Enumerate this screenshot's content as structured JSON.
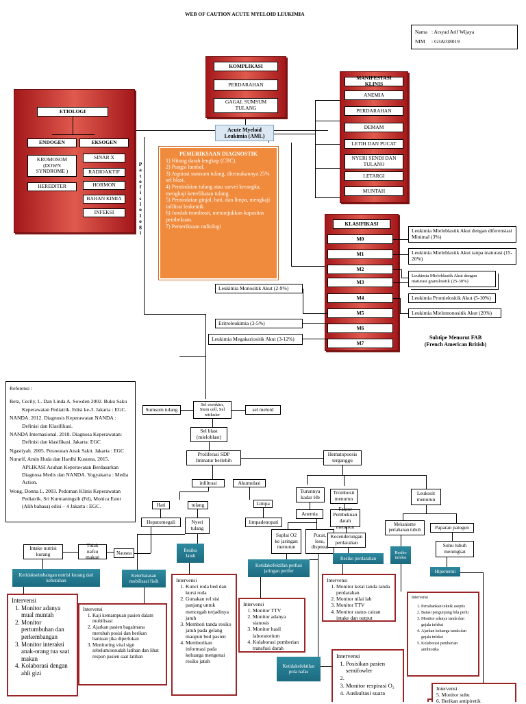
{
  "title": "WEB OF CAUTION ACUTE MYELOID LEUKIMIA",
  "identity": {
    "name_label": "Nama",
    "name_value": ": Arsyad Arif Wijaya",
    "nim_label": "NIM",
    "nim_value": ": G3A018019"
  },
  "komplikasi": {
    "header": "KOMPLIKASI",
    "items": [
      "PERDARAHAN",
      "GAGAL SUMSUM TULANG"
    ]
  },
  "etiologi": {
    "header": "ETIOLOGI",
    "endogen": "ENDOGEN",
    "eksogen": "EKSOGEN",
    "endogen_items": [
      "KROMOSOM (DOWN SYNDROME )",
      "HEREDITER"
    ],
    "eksogen_items": [
      "SINAR X",
      "RADIOAKTIF",
      "HORMON",
      "BAHAN KIMIA",
      "INFEKSI"
    ]
  },
  "patofisiologi_letters": [
    "P",
    "a",
    "t",
    "o",
    "f",
    "i",
    "s",
    "i",
    "o",
    "l",
    "o",
    "g",
    "i"
  ],
  "aml_line1": "Acute Myeloid",
  "aml_line2": "Leukimia (AML)",
  "pemeriksaan": {
    "header": "PEMERIKSAAN DIAGNOSTIK",
    "items": [
      "1)  Hitung darah lengkap (CBC).",
      "2)  Pungsi lumbal.",
      "3)  Aspirasi sumsum tulang, ditemukannya 25% sel blast.",
      "4)  Pemindaian tulang atau survei kerangka, mengkaji keterlibatan tulang.",
      "5)  Pemindaian ginjal, hati, dan limpa, mengkaji infiltrat leukemik",
      "6)  Jumlah trombosit, menunjukkan kapasitas pembekuan.",
      "7) Pemeriksaan radiologi"
    ]
  },
  "manifestasi": {
    "header": "MANIFESTASI KLINIS",
    "items": [
      "ANEMIA",
      "PERDARAHAN",
      "DEMAM",
      "LETIH DAN PUCAT",
      "NYERI SENDI DAN TULANO",
      "LETARGI",
      "MUNTAH"
    ]
  },
  "klasifikasi": {
    "header": "KLASIFIKASI",
    "items": [
      "M0",
      "M1",
      "M2",
      "M3",
      "M4",
      "M5",
      "M6",
      "M7"
    ],
    "right": [
      "Leukimia Mieloblastik Akut dengan diferensiasi Minimal (3%)",
      "Leukimia Mieloblastik Akut tanpa maturasi (15-20%)",
      "Leukimia Mieloblastik Akut dengan maturasi granulositik (25-30%)",
      "Leukimia Promielositik Akut (5-10%)",
      "Leukimia Mielomonositik Akut (20%)"
    ],
    "left": [
      "Leukimia Monositik Akut (2-9%)",
      "Eritroleukimia (3-5%)",
      "Leukimia Megakariositik Akut (3-12%)"
    ],
    "subtipe1": "Subtipe Menurut FAB",
    "subtipe2": "(French American British)"
  },
  "referensi": {
    "header": "Referensi :",
    "entries": [
      "Betz, Cecily, L. Dan Linda A. Sowden 2002. Buku Saku Keperawatan Pediatrik. Edisi ke-3. Jakarta : EGC.",
      "NANDA. 2012. Diagnosis Keperawatan NANDA : Definisi dan Klasifikasi.",
      "NANDA Internasional. 2018. Diagnosa Keperawatan: Definisi dan klasifikasi. Jakarta: EGC",
      "Ngastiyah. 2005. Perawatan Anak Sakit. Jakarta : EGC",
      "Nurarif, Amin Huda dan Hardhi Kusuma. 2015. APLIKASI Asuhan Keperawatan Berdasarkan Diagnosa Medis dan NANDA. Yogyakarta : Media Action.",
      "Wong, Donna L. 2003. Pedoman Klinis Keperawatan Pediatrik. Sri Kurnianingsih (Fd), Monica Ester (Alih bahasa) edisi – 4 Jakarta : EGC."
    ]
  },
  "flow": {
    "sel_esensial": "Sel esenkim, Stem cell, Sel retikuler",
    "sumsum": "Sumsum tulang",
    "sel_meloid": "sel meloid",
    "sel_blast": "Sel blast (mieloblast)",
    "proliferasi": "Proliferasi SDP Immatur berlebih",
    "hematopoesis": "Hematopoesis terganggu",
    "infiltrasi": "infiltrasi",
    "akumulasi": "Akumulasi",
    "hati": "Hati",
    "tulang": "tulang",
    "limpa": "Limpa",
    "hepatomegali": "Hepatomegali",
    "nyeri": "Nyeri tulang",
    "limpadenopati": "limpadenopati",
    "intake": "Intake nutrisi kurang",
    "nafsu": "Tidak nafsu makan",
    "nausea": "Nausea",
    "turunnya": "Turunnya kadar Hb",
    "anemia": "Anemia",
    "suplai": "Suplai O2 ke jaringan menurun",
    "pucat": "Pucat, lesu, dispnea,",
    "trombosit": "Trombosit menurun",
    "faktor": "Faktor Pembekuan darah menurun",
    "kecenderungan": "Kecenderungan perdarahan",
    "leukosit": "Leukosit menurun",
    "mekanisme": "Mekanisme pertahanan tubuh",
    "paparan": "Paparan patogen",
    "suhu": "Suhu tubuh meningkat"
  },
  "diagnoses": {
    "nutrisi": "Ketidakseimbangan nutrisi kurang dari kebutuhan",
    "mobilisasi": "Keterbatasan mobilisasi fisik",
    "jatuh": "Resiko Jatuh",
    "perfusi": "Ketidakefektifan perfusi jaringan perifer",
    "perdarahan": "Resiko perdarahan",
    "infeksi": "Resiko infeksi",
    "hipertermi": "Hipertermi",
    "nafas": "Ketidakefektifan pola nafas"
  },
  "interventions": {
    "nutrisi": {
      "title": "Intervensi",
      "items": [
        "Monitor adanya mual muntah",
        "Monitor pertumbuhan dan perkembangan",
        "Monitor interaksi anak-orang tua saat makan",
        "Kolaborasi dengan ahli gizi"
      ]
    },
    "mobilisasi": {
      "title": "Intervensi",
      "items": [
        "Kaji kemampuan pasien dalam mobilisasi",
        "Ajarkan pasien bagaimana merubah posisi dan berikan bantuan jika diperlukan",
        "Monitoring vital sign sebelum/sesudah latihan dan lihat respon pasien saat latihan"
      ]
    },
    "jatuh": {
      "title": "Intervensi",
      "items": [
        "Kunci roda bed dan kursi roda",
        "Gunakan rel sisi panjang untuk mencegah terjadinya jatuh",
        "Memberi tanda resiko jatuh pada gelang maupun bed pasien",
        "Memberikan informasi pada keluarga mengenai resiko jatuh"
      ]
    },
    "perfusi": {
      "title": "Intervensi",
      "items": [
        "Monitor TTV",
        "Monitor adanya sianosis",
        "Monitor hasil laboratorium",
        "Kolaborasi pemberian transfusi darah"
      ]
    },
    "perdarahan": {
      "title": "Intervensi",
      "items": [
        "Monitor  ketat tanda tanda perdarahan",
        "Monitor nilai lab",
        "Monitor TTV",
        "Monitor status cairan intake dan output"
      ]
    },
    "infeksi": {
      "title": "Intervensi",
      "items": [
        "Pertahankan teknik aseptis",
        "Batasi pengunjung bila perlu",
        "Monitor adanya tanda dan gejala infeksi",
        "Ajarkan keluarga tanda dan gejala infeksi",
        "Kolaborasi pemberian antibiotika"
      ]
    },
    "nafas": {
      "title": "Intervensi",
      "items": [
        "Posisikan pasien semifowler",
        "",
        "Monitor respirasi O₂",
        "Auskultasi suara"
      ]
    },
    "hipertermi": {
      "title": "Intervensi",
      "items": [
        "Monitor suhu",
        "Berikan antipiretik"
      ]
    }
  }
}
